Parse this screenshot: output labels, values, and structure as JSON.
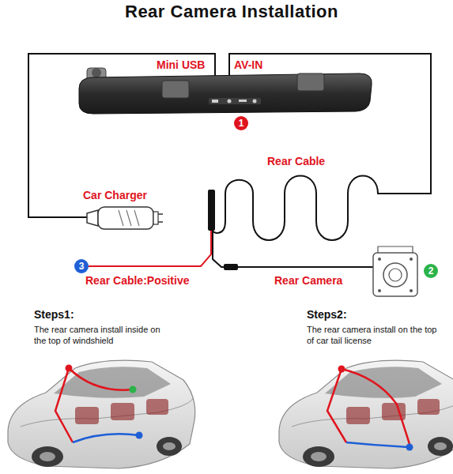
{
  "diagram": {
    "title": "Rear Camera Installation",
    "nodes": [
      {
        "text": [
          "1"
        ]
      },
      {
        "text": [
          "3"
        ]
      },
      {
        "text": [
          "2"
        ]
      }
    ],
    "labels": [
      "Mini USB",
      "AV-IN",
      "Rear Cable",
      "Car Charger",
      "Rear Cable:Positive",
      "Rear Camera",
      "Steps1:",
      "The rear camera install inside on the top of windshield",
      "Steps2:",
      "The rear camera install on the top of car tail license"
    ]
  }
}
